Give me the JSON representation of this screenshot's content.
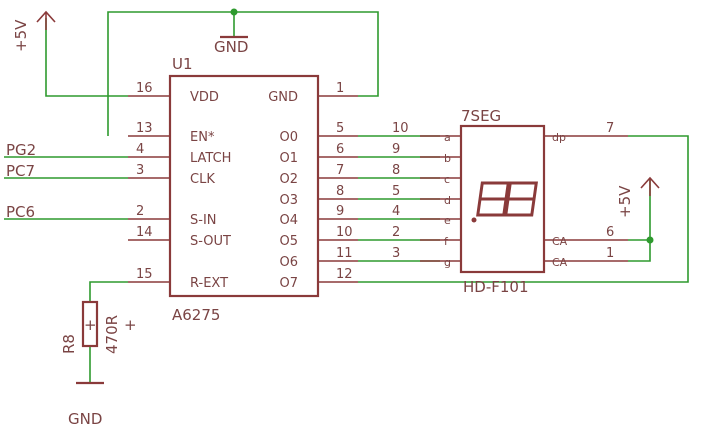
{
  "u1": {
    "ref": "U1",
    "value": "A6275",
    "left_pins": [
      {
        "num": "16",
        "name": "VDD"
      },
      {
        "num": "13",
        "name": "EN*"
      },
      {
        "num": "4",
        "name": "LATCH"
      },
      {
        "num": "3",
        "name": "CLK"
      },
      {
        "num": "2",
        "name": "S-IN"
      },
      {
        "num": "14",
        "name": "S-OUT"
      },
      {
        "num": "15",
        "name": "R-EXT"
      }
    ],
    "right_pins": [
      {
        "num": "1",
        "name": "GND"
      },
      {
        "num": "5",
        "name": "O0"
      },
      {
        "num": "6",
        "name": "O1"
      },
      {
        "num": "7",
        "name": "O2"
      },
      {
        "num": "8",
        "name": "O3"
      },
      {
        "num": "9",
        "name": "O4"
      },
      {
        "num": "10",
        "name": "O5"
      },
      {
        "num": "11",
        "name": "O6"
      },
      {
        "num": "12",
        "name": "O7"
      }
    ]
  },
  "seg": {
    "ref": "7SEG",
    "value": "HD-F101",
    "left_pins": [
      {
        "num": "10",
        "name": "a"
      },
      {
        "num": "9",
        "name": "b"
      },
      {
        "num": "8",
        "name": "c"
      },
      {
        "num": "5",
        "name": "d"
      },
      {
        "num": "4",
        "name": "e"
      },
      {
        "num": "2",
        "name": "f"
      },
      {
        "num": "3",
        "name": "g"
      }
    ],
    "right_pins": [
      {
        "num": "7",
        "name": "dp"
      },
      {
        "num": "6",
        "name": "CA"
      },
      {
        "num": "1",
        "name": "CA"
      }
    ]
  },
  "r8": {
    "ref": "R8",
    "value": "470R",
    "plus": "+"
  },
  "nets": {
    "pg2": "PG2",
    "pc7": "PC7",
    "pc6": "PC6",
    "vcc_left": "+5V",
    "vcc_right": "+5V",
    "gnd_top": "GND",
    "gnd_bottom": "GND"
  },
  "colors": {
    "wire": "#2e9a2e",
    "part": "#8a3a3a",
    "text": "#7a4444",
    "background": "#ffffff"
  }
}
